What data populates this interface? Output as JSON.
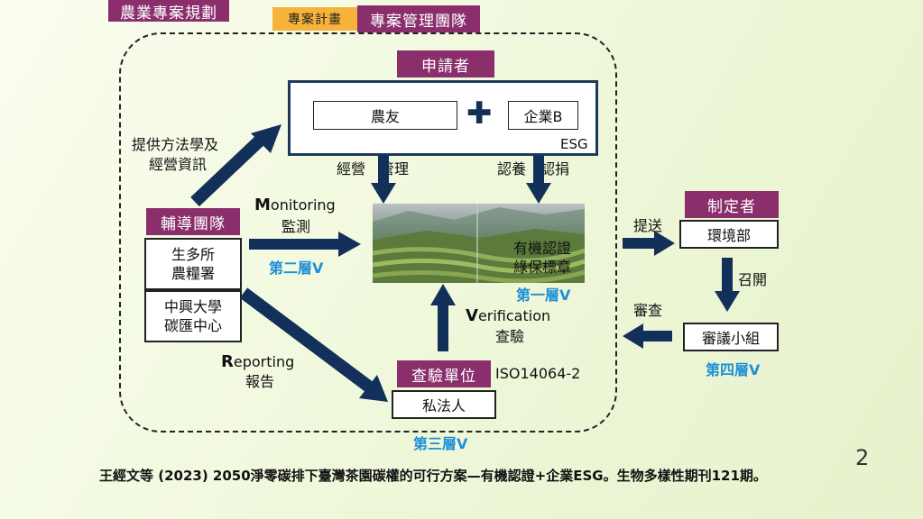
{
  "header": {
    "title": "農業專案規劃",
    "tab_plan": "專案計畫",
    "tab_team": "專案管理團隊"
  },
  "applicant": {
    "label": "申請者",
    "farmer": "農友",
    "plus": "✚",
    "company": "企業B",
    "esg": "ESG"
  },
  "flows": {
    "manage": "經營　管理",
    "adopt": "認養　認捐",
    "method_line1": "提供方法學及",
    "method_line2": "經營資訊",
    "monitoring_first": "M",
    "monitoring_rest": "onitoring",
    "monitoring_zh": "監測",
    "verification_first": "V",
    "verification_rest": "erification",
    "verification_zh": "查驗",
    "reporting_first": "R",
    "reporting_rest": "eporting",
    "reporting_zh": "報告",
    "submit": "提送",
    "convene": "召開",
    "review": "審查"
  },
  "guidance": {
    "label": "輔導團隊",
    "org1_line1": "生多所",
    "org1_line2": "農糧署",
    "org2_line1": "中興大學",
    "org2_line2": "碳匯中心"
  },
  "center": {
    "cert_line1": "有機認證",
    "cert_line2": "綠保標章"
  },
  "layers": {
    "first": "第一層V",
    "second": "第二層V",
    "third": "第三層V",
    "fourth": "第四層V"
  },
  "verifier": {
    "label": "查驗單位",
    "standard": "ISO14064-2",
    "entity": "私法人"
  },
  "maker": {
    "label": "制定者",
    "agency": "環境部",
    "committee": "審議小組"
  },
  "citation": "王經文等 (2023) 2050淨零碳排下臺灣茶園碳權的可行方案—有機認證+企業ESG。生物多樣性期刊121期。",
  "page_number": "2",
  "colors": {
    "tag": "#8a2f6c",
    "tag_orange": "#f6b23a",
    "arrow": "#13305a",
    "layer_text": "#1e90d6"
  }
}
